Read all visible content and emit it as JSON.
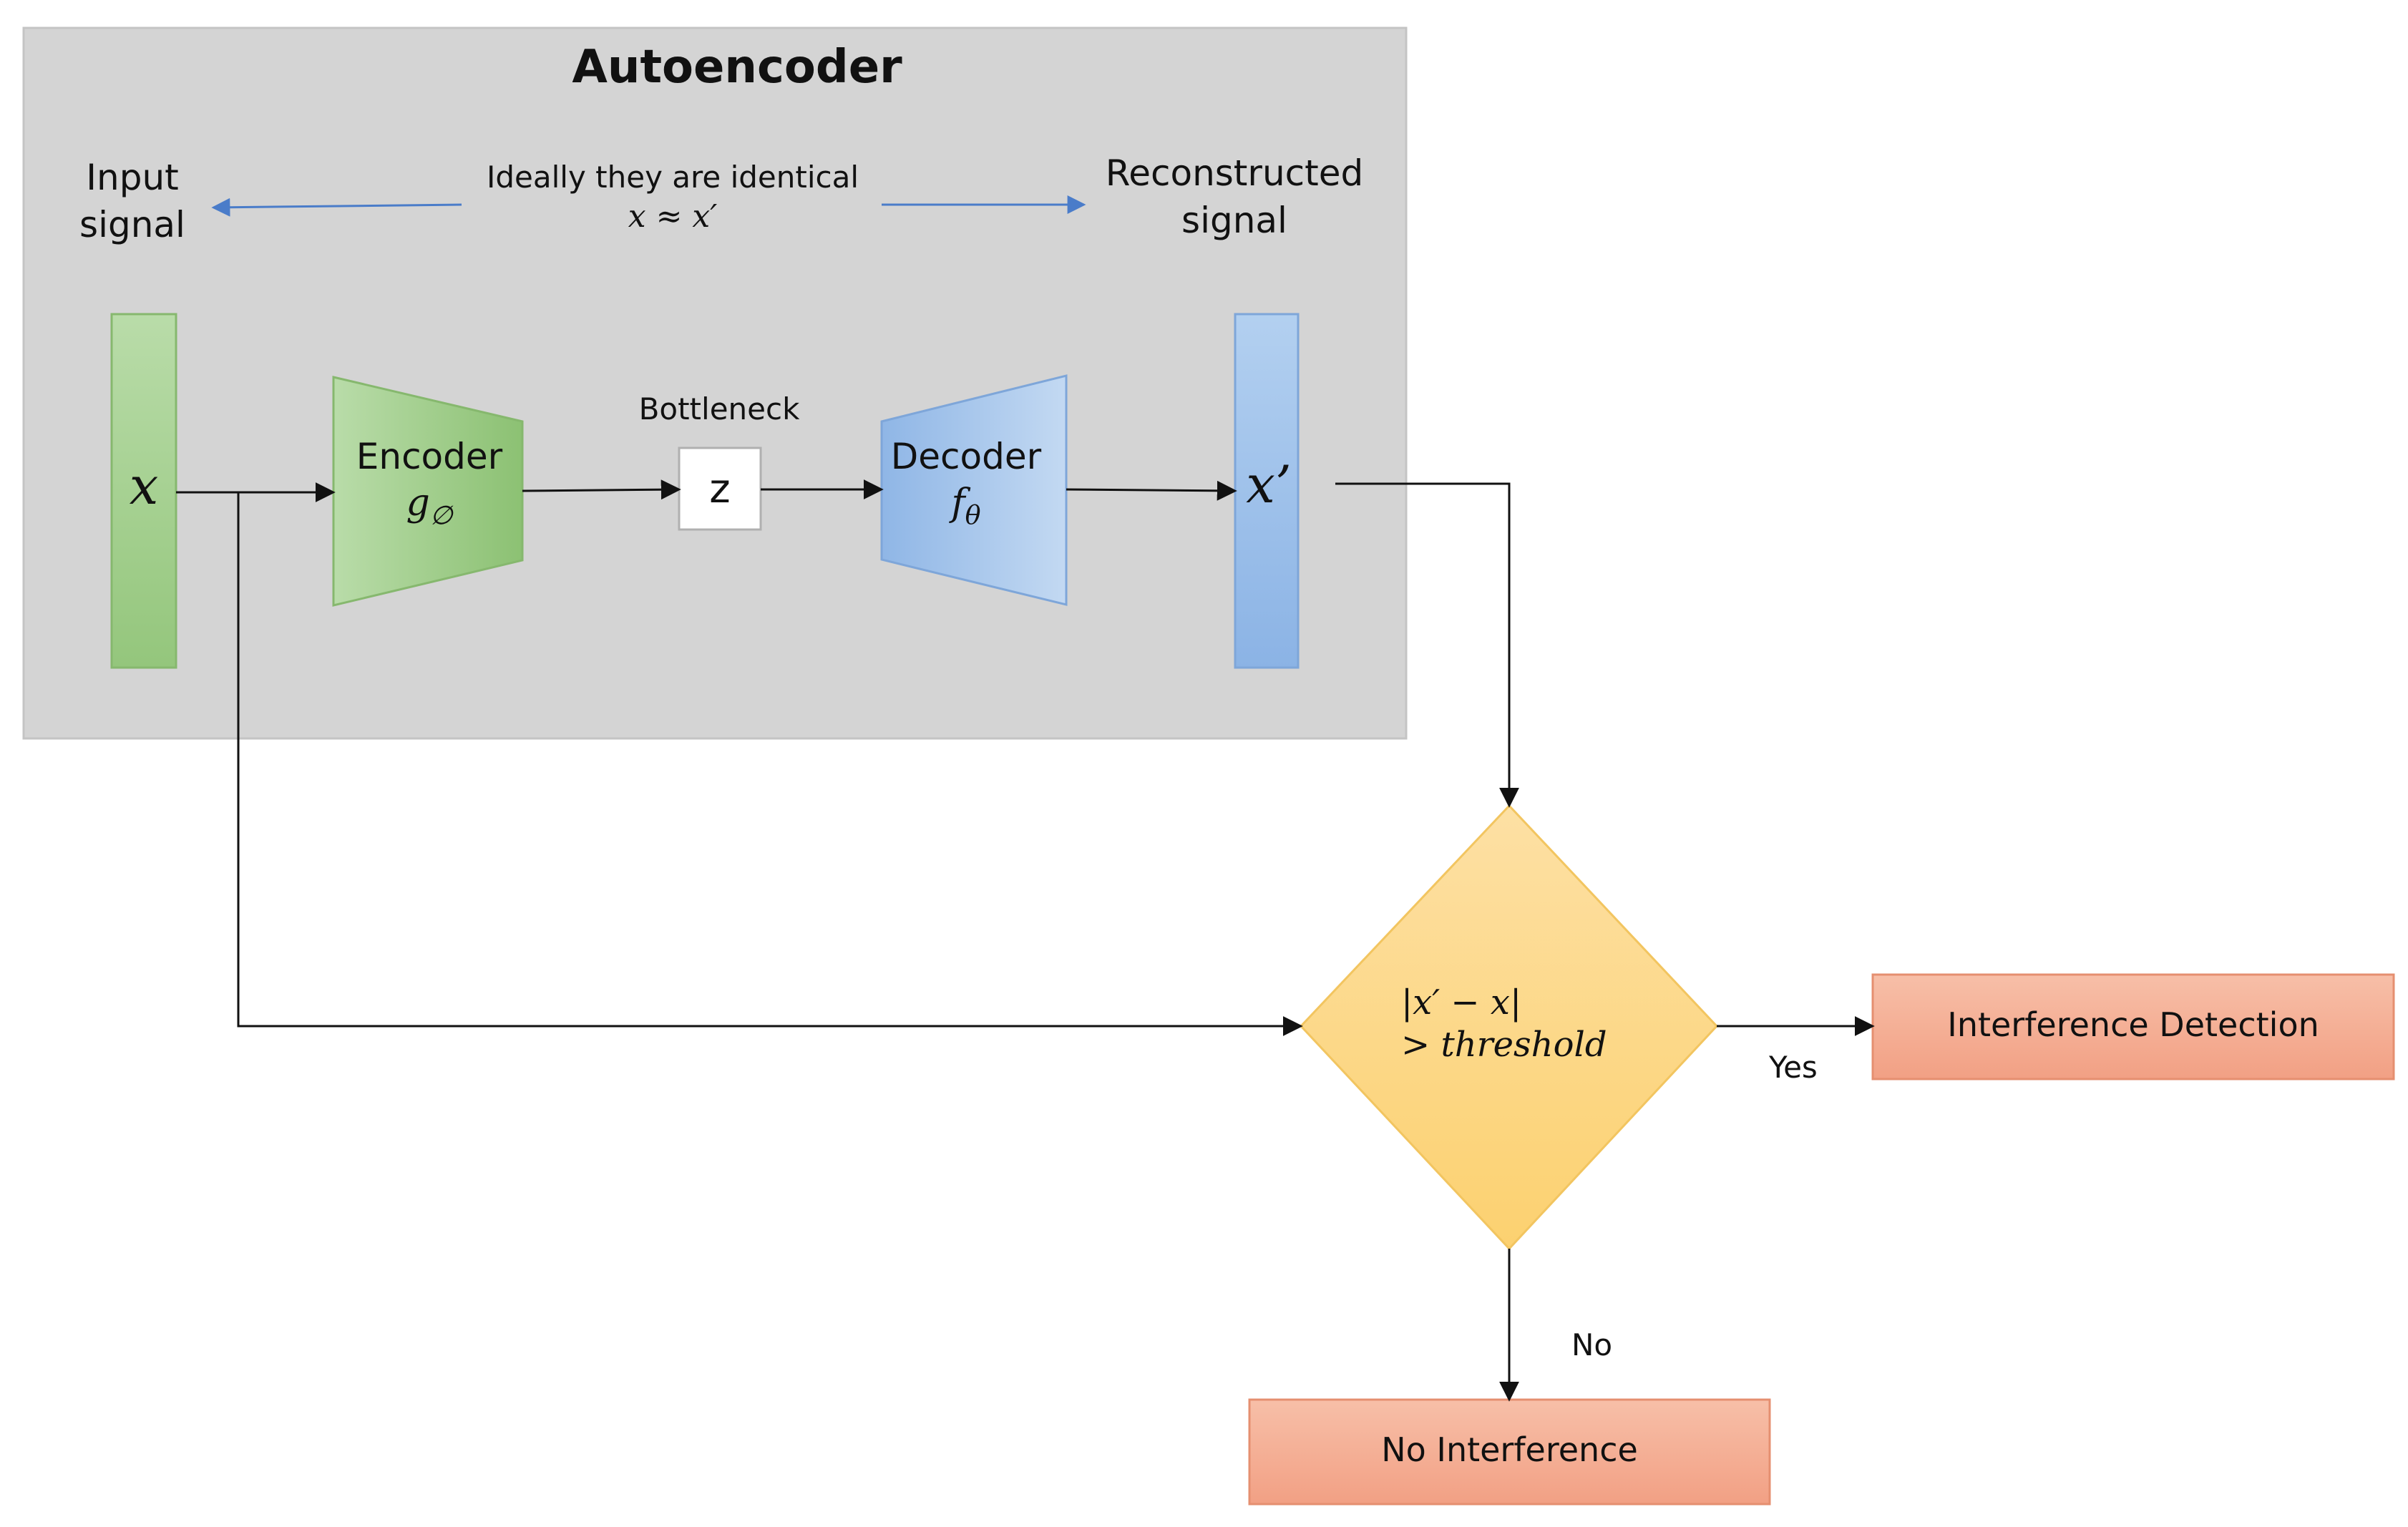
{
  "title": "Autoencoder",
  "input": {
    "label_line1": "Input",
    "label_line2": "signal",
    "symbol": "x"
  },
  "reconstructed": {
    "label_line1": "Reconstructed",
    "label_line2": "signal",
    "symbol": "x’"
  },
  "identical_note": {
    "line1": "Ideally they are identical",
    "line2": "x ≈ x′"
  },
  "encoder": {
    "label": "Encoder",
    "symbol": "g",
    "subscript": "∅"
  },
  "bottleneck": {
    "label": "Bottleneck",
    "node": "z"
  },
  "decoder": {
    "label": "Decoder",
    "symbol": "f",
    "subscript": "θ"
  },
  "decision": {
    "line1": "|x′  − x|",
    "line2": "> threshold"
  },
  "yes_label": "Yes",
  "no_label": "No",
  "outcome_yes": "Interference Detection",
  "outcome_no": "No Interference",
  "colors": {
    "panel": "#d4d4d4",
    "green": "#a3cf8f",
    "blue": "#9dc0e8",
    "diamond": "#fcd27e",
    "outcome": "#f5a98e",
    "arrow_dark": "#111111",
    "arrow_blue": "#4a7cc9"
  }
}
